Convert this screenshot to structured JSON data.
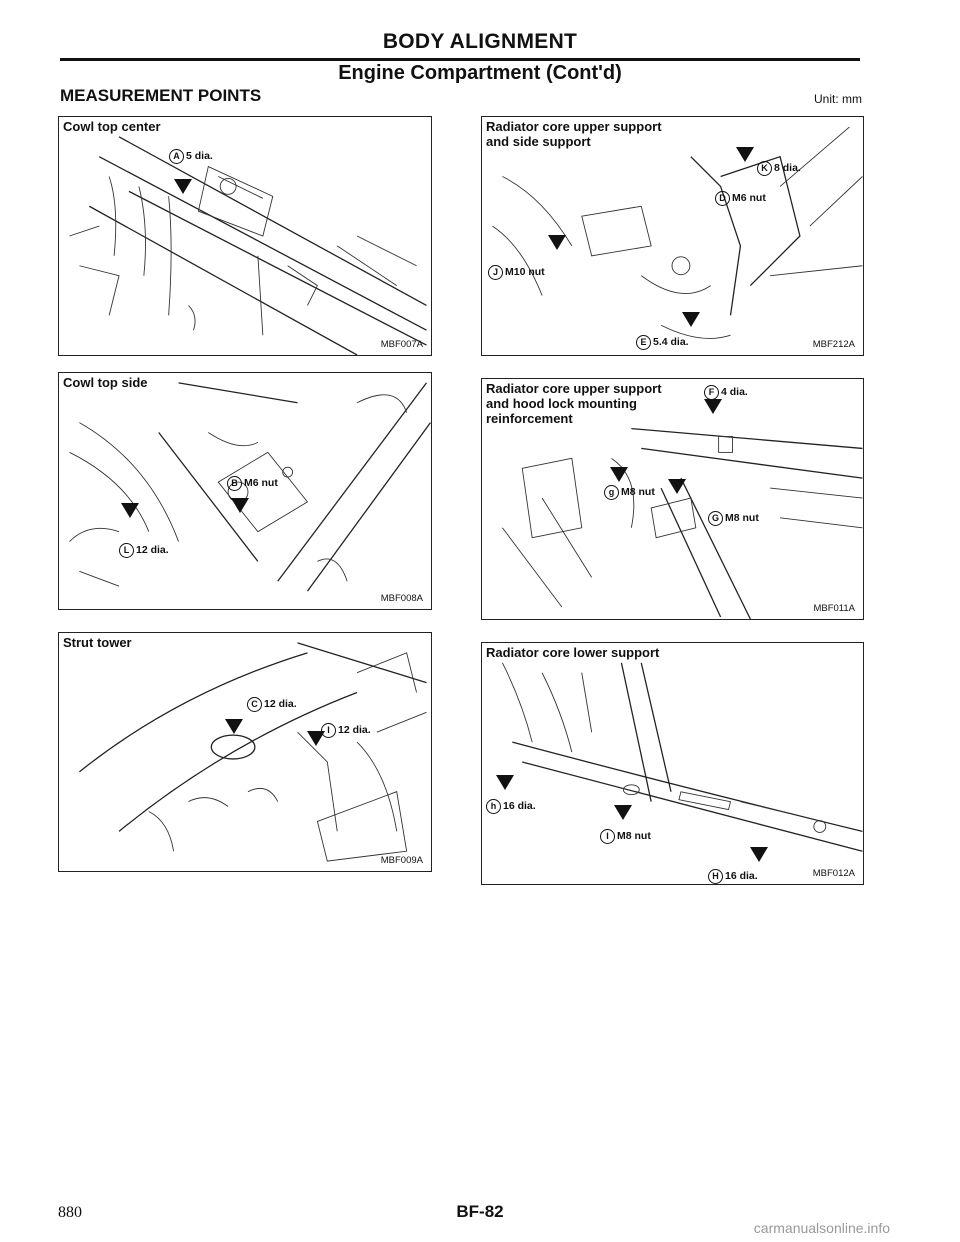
{
  "header": {
    "title": "BODY ALIGNMENT",
    "subtitle": "Engine Compartment (Cont'd)"
  },
  "section_title": "MEASUREMENT POINTS",
  "unit": "Unit: mm",
  "panels": [
    {
      "label": "Cowl top center",
      "callouts": [
        {
          "letter": "A",
          "text": "5 dia."
        }
      ],
      "code": "MBF007A"
    },
    {
      "label": "Cowl top side",
      "callouts": [
        {
          "letter": "B",
          "text": "M6 nut"
        },
        {
          "letter": "L",
          "text": "12 dia."
        }
      ],
      "code": "MBF008A"
    },
    {
      "label": "Strut tower",
      "callouts": [
        {
          "letter": "C",
          "text": "12 dia."
        },
        {
          "letter": "I",
          "text": "12 dia."
        }
      ],
      "code": "MBF009A"
    },
    {
      "label": "Radiator core upper support\nand side support",
      "callouts": [
        {
          "letter": "K",
          "text": "8 dia."
        },
        {
          "letter": "D",
          "text": "M6 nut"
        },
        {
          "letter": "J",
          "text": "M10 nut"
        },
        {
          "letter": "E",
          "text": "5.4 dia."
        }
      ],
      "code": "MBF212A"
    },
    {
      "label": "Radiator core upper support\nand hood lock mounting\nreinforcement",
      "callouts": [
        {
          "letter": "F",
          "text": "4 dia."
        },
        {
          "letter": "g",
          "text": "M8 nut"
        },
        {
          "letter": "G",
          "text": "M8 nut"
        }
      ],
      "code": "MBF011A"
    },
    {
      "label": "Radiator core lower support",
      "callouts": [
        {
          "letter": "h",
          "text": "16 dia."
        },
        {
          "letter": "I",
          "text": "M8 nut"
        },
        {
          "letter": "H",
          "text": "16 dia."
        }
      ],
      "code": "MBF012A"
    }
  ],
  "page_number": "880",
  "folio": "BF-82",
  "watermark": "carmanualsonline.info"
}
